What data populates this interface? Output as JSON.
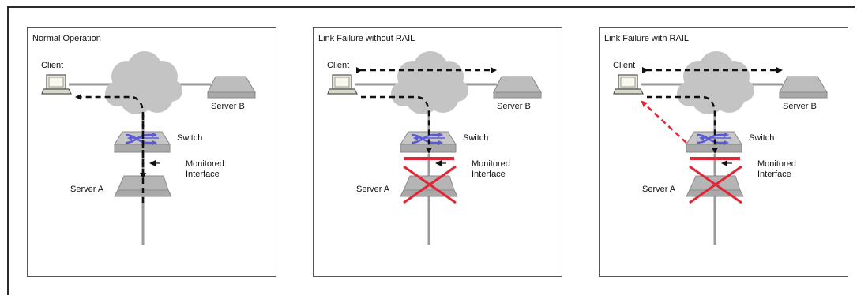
{
  "panels": [
    {
      "title": "Normal Operation",
      "labels": {
        "client": "Client",
        "server_b": "Server B",
        "switch": "Switch",
        "monitored": [
          "Monitored",
          "Interface"
        ],
        "server_a": "Server A"
      },
      "link_failure": false,
      "client_serverb_traffic": false,
      "rail_failover": false
    },
    {
      "title": "Link Failure without RAIL",
      "labels": {
        "client": "Client",
        "server_b": "Server B",
        "switch": "Switch",
        "monitored": [
          "Monitored",
          "Interface"
        ],
        "server_a": "Server A"
      },
      "link_failure": true,
      "client_serverb_traffic": true,
      "rail_failover": false
    },
    {
      "title": "Link Failure with RAIL",
      "labels": {
        "client": "Client",
        "server_b": "Server B",
        "switch": "Switch",
        "monitored": [
          "Monitored",
          "Interface"
        ],
        "server_a": "Server A"
      },
      "link_failure": true,
      "client_serverb_traffic": true,
      "rail_failover": true
    }
  ],
  "colors": {
    "cable": "#9a9a9a",
    "cloud": "#c4c4c4",
    "device": "#a9a9a9",
    "failure": "#e32636",
    "traffic": "#111111",
    "switch_arrows": "#5a5ad6"
  },
  "icons": [
    "laptop-icon",
    "cloud-icon",
    "server-icon",
    "switch-icon",
    "failure-x-icon"
  ]
}
